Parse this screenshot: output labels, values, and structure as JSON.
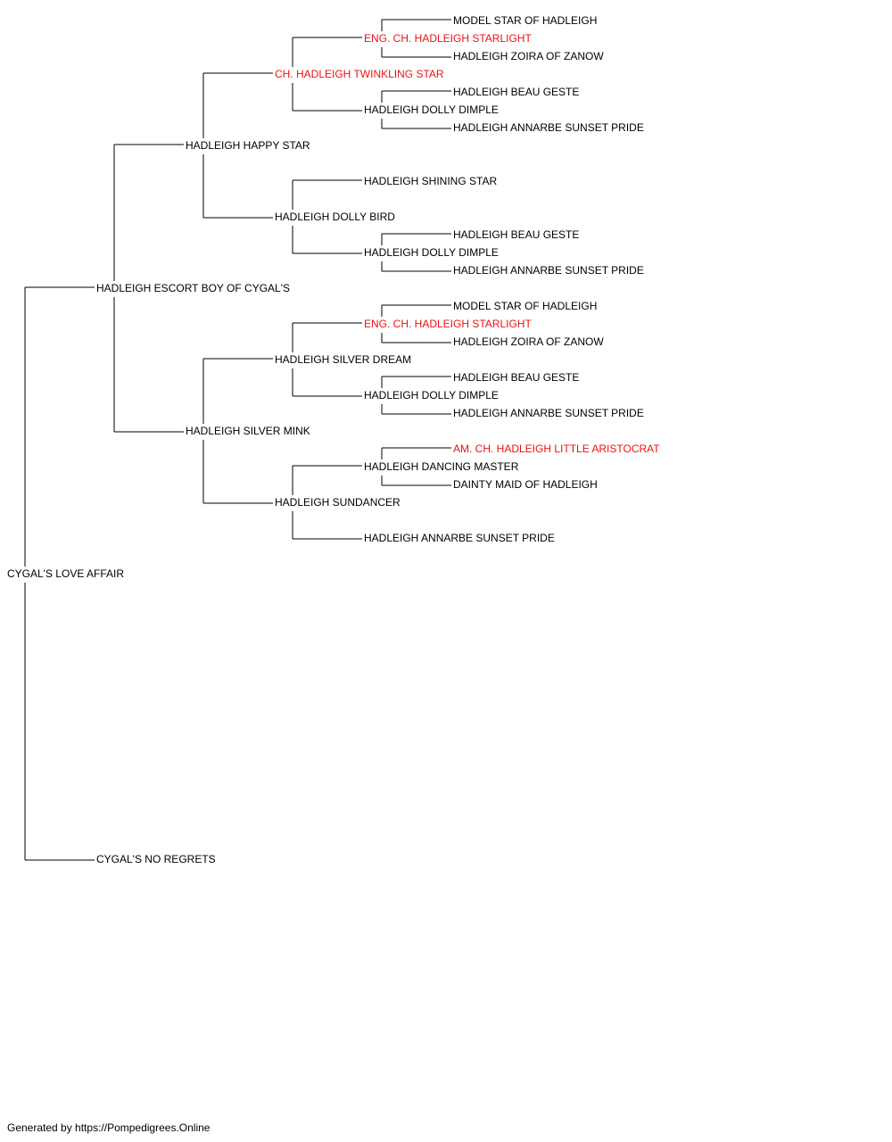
{
  "colors": {
    "normal_text": "#000000",
    "champion_text": "#ee1111",
    "connector": "#000000"
  },
  "pedigree": {
    "subject": "CYGAL'S LOVE AFFAIR",
    "sire": "HADLEIGH ESCORT BOY OF CYGAL'S",
    "dam": "CYGAL'S NO REGRETS",
    "nodes": [
      {
        "name": "MODEL STAR OF HADLEIGH",
        "gen": 4,
        "slot": 1,
        "champion": false
      },
      {
        "name": "ENG. CH. HADLEIGH STARLIGHT",
        "gen": 3,
        "slot": 2,
        "champion": true
      },
      {
        "name": "HADLEIGH ZOIRA OF ZANOW",
        "gen": 4,
        "slot": 3,
        "champion": false
      },
      {
        "name": "CH. HADLEIGH TWINKLING STAR",
        "gen": 2,
        "slot": 4,
        "champion": true
      },
      {
        "name": "HADLEIGH BEAU GESTE",
        "gen": 4,
        "slot": 5,
        "champion": false
      },
      {
        "name": "HADLEIGH DOLLY DIMPLE",
        "gen": 3,
        "slot": 6,
        "champion": false
      },
      {
        "name": "HADLEIGH ANNARBE SUNSET PRIDE",
        "gen": 4,
        "slot": 7,
        "champion": false
      },
      {
        "name": "HADLEIGH HAPPY STAR",
        "gen": 1,
        "slot": 8,
        "champion": false
      },
      {
        "name": "HADLEIGH SHINING STAR",
        "gen": 3,
        "slot": 10,
        "champion": false
      },
      {
        "name": "HADLEIGH DOLLY BIRD",
        "gen": 2,
        "slot": 12,
        "champion": false
      },
      {
        "name": "HADLEIGH BEAU GESTE",
        "gen": 4,
        "slot": 13,
        "champion": false
      },
      {
        "name": "HADLEIGH DOLLY DIMPLE",
        "gen": 3,
        "slot": 14,
        "champion": false
      },
      {
        "name": "HADLEIGH ANNARBE SUNSET PRIDE",
        "gen": 4,
        "slot": 15,
        "champion": false
      },
      {
        "name": "HADLEIGH ESCORT BOY OF CYGAL'S",
        "gen": 0,
        "slot": 16,
        "champion": false
      },
      {
        "name": "MODEL STAR OF HADLEIGH",
        "gen": 4,
        "slot": 17,
        "champion": false
      },
      {
        "name": "ENG. CH. HADLEIGH STARLIGHT",
        "gen": 3,
        "slot": 18,
        "champion": true
      },
      {
        "name": "HADLEIGH ZOIRA OF ZANOW",
        "gen": 4,
        "slot": 19,
        "champion": false
      },
      {
        "name": "HADLEIGH SILVER DREAM",
        "gen": 2,
        "slot": 20,
        "champion": false
      },
      {
        "name": "HADLEIGH BEAU GESTE",
        "gen": 4,
        "slot": 21,
        "champion": false
      },
      {
        "name": "HADLEIGH DOLLY DIMPLE",
        "gen": 3,
        "slot": 22,
        "champion": false
      },
      {
        "name": "HADLEIGH ANNARBE SUNSET PRIDE",
        "gen": 4,
        "slot": 23,
        "champion": false
      },
      {
        "name": "HADLEIGH SILVER MINK",
        "gen": 1,
        "slot": 24,
        "champion": false
      },
      {
        "name": "AM. CH. HADLEIGH LITTLE ARISTOCRAT",
        "gen": 4,
        "slot": 25,
        "champion": true
      },
      {
        "name": "HADLEIGH DANCING MASTER",
        "gen": 3,
        "slot": 26,
        "champion": false
      },
      {
        "name": "DAINTY MAID OF HADLEIGH",
        "gen": 4,
        "slot": 27,
        "champion": false
      },
      {
        "name": "HADLEIGH SUNDANCER",
        "gen": 2,
        "slot": 28,
        "champion": false
      },
      {
        "name": "HADLEIGH ANNARBE SUNSET PRIDE",
        "gen": 3,
        "slot": 30,
        "champion": false
      },
      {
        "name": "CYGAL'S LOVE AFFAIR",
        "gen": -1,
        "slot": 32,
        "champion": false
      },
      {
        "name": "CYGAL'S NO REGRETS",
        "gen": 0,
        "slot": 48,
        "champion": false
      }
    ]
  },
  "footer": {
    "text": "Generated by https://Pompedigrees.Online"
  }
}
